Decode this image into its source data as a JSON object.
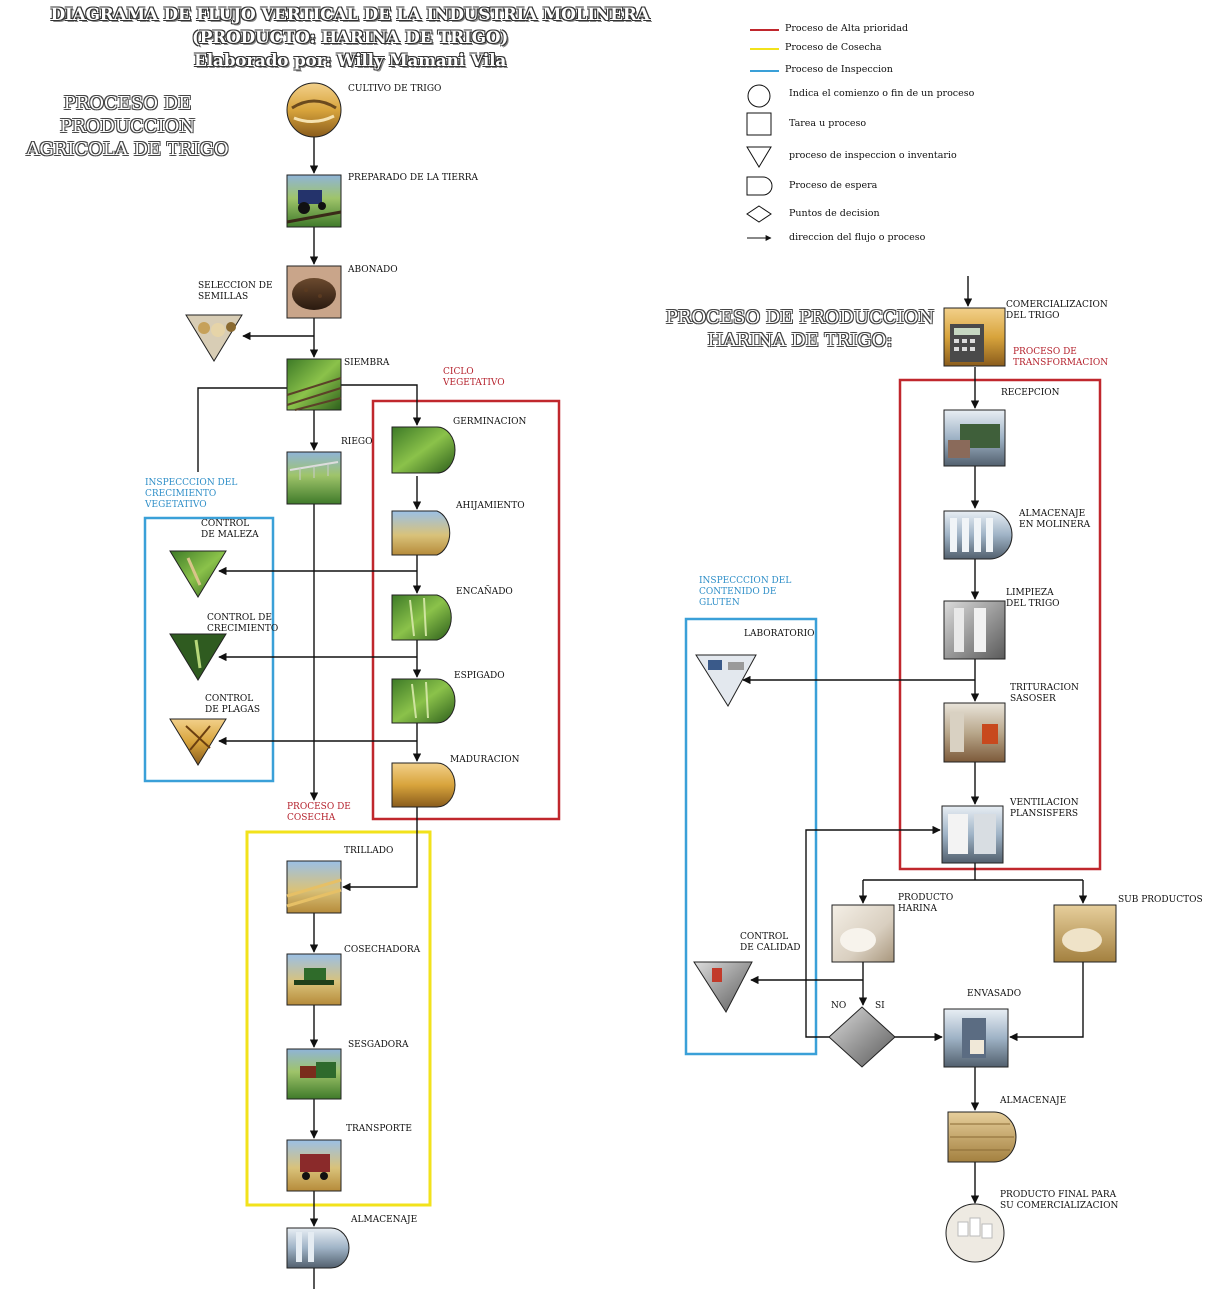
{
  "header": {
    "line1": "DIAGRAMA DE FLUJO VERTICAL DE LA INDUSTRIA MOLINERA",
    "line2": "(PRODUCTO: HARINA DE TRIGO)",
    "line3": "Elaborado por: Willy Mamani Vila"
  },
  "legend": {
    "items": [
      {
        "label": "Proceso de Alta prioridad",
        "color": "#c0272d"
      },
      {
        "label": "Proceso de Cosecha",
        "color": "#f2e21b"
      },
      {
        "label": "Proceso de Inspeccion",
        "color": "#3aa0d8"
      }
    ],
    "symbols": [
      {
        "icon": "circle-icon",
        "label": "Indica el comienzo o fin de un proceso"
      },
      {
        "icon": "square-icon",
        "label": "Tarea u proceso"
      },
      {
        "icon": "inverted-triangle-icon",
        "label": "proceso de inspeccion o inventario"
      },
      {
        "icon": "delay-d-shape-icon",
        "label": "Proceso de espera"
      },
      {
        "icon": "diamond-icon",
        "label": "Puntos de decision"
      },
      {
        "icon": "arrow-icon",
        "label": "direccion del flujo o proceso"
      }
    ]
  },
  "left": {
    "title_l1": "PROCESO DE PRODUCCION",
    "title_l2": "AGRICOLA DE TRIGO",
    "steps": {
      "cultivo": "CULTIVO DE TRIGO",
      "preparado": "PREPARADO DE LA TIERRA",
      "abonado": "ABONADO",
      "seleccion_l1": "SELECCION DE",
      "seleccion_l2": "SEMILLAS",
      "siembra": "SIEMBRA",
      "riego": "RIEGO",
      "ciclo_l1": "CICLO",
      "ciclo_l2": "VEGETATIVO",
      "germinacion": "GERMINACION",
      "ahijamiento": "AHIJAMIENTO",
      "encanado": "ENCAÑADO",
      "espigado": "ESPIGADO",
      "maduracion": "MADURACION",
      "inspeccion_l1": "INSPECCCION DEL",
      "inspeccion_l2": "CRECIMIENTO",
      "inspeccion_l3": "VEGETATIVO",
      "maleza_l1": "CONTROL",
      "maleza_l2": "DE MALEZA",
      "crecimiento_l1": "CONTROL DE",
      "crecimiento_l2": "CRECIMIENTO",
      "plagas_l1": "CONTROL",
      "plagas_l2": "DE PLAGAS",
      "cosecha_l1": "PROCESO DE",
      "cosecha_l2": "COSECHA",
      "trillado": "TRILLADO",
      "cosechadora": "COSECHADORA",
      "sesgadora": "SESGADORA",
      "transporte": "TRANSPORTE",
      "almacenaje": "ALMACENAJE"
    }
  },
  "right": {
    "title_l1": "PROCESO DE PRODUCCION",
    "title_l2": "HARINA DE TRIGO:",
    "steps": {
      "comercializacion_l1": "COMERCIALIZACION",
      "comercializacion_l2": "DEL TRIGO",
      "transformacion_l1": "PROCESO DE",
      "transformacion_l2": "TRANSFORMACION",
      "recepcion": "RECEPCION",
      "almacenaje_mol_l1": "ALMACENAJE",
      "almacenaje_mol_l2": "EN MOLINERA",
      "limpieza_l1": "LIMPIEZA",
      "limpieza_l2": "DEL TRIGO",
      "trituracion_l1": "TRITURACION",
      "trituracion_l2": "SASOSER",
      "ventilacion_l1": "VENTILACION",
      "ventilacion_l2": "PLANSISFERS",
      "gluten_l1": "INSPECCCION DEL",
      "gluten_l2": "CONTENIDO DE",
      "gluten_l3": "GLUTEN",
      "laboratorio": "LABORATORIO",
      "producto_l1": "PRODUCTO",
      "producto_l2": "HARINA",
      "sub_productos": "SUB PRODUCTOS",
      "calidad_l1": "CONTROL",
      "calidad_l2": "DE CALIDAD",
      "no": "NO",
      "si": "SI",
      "envasado": "ENVASADO",
      "almacenaje": "ALMACENAJE",
      "final_l1": "PRODUCTO FINAL PARA",
      "final_l2": "SU COMERCIALIZACION"
    }
  }
}
